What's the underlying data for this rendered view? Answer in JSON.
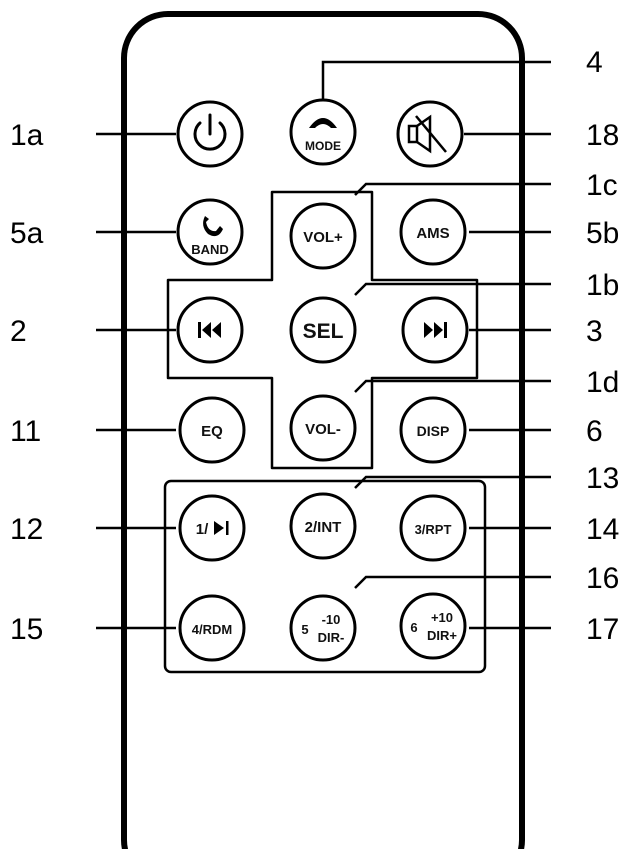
{
  "callouts": {
    "c1a": "1a",
    "c4": "4",
    "c18": "18",
    "c5a": "5a",
    "c1c": "1c",
    "c5b": "5b",
    "c1b": "1b",
    "c2": "2",
    "c3": "3",
    "c1d": "1d",
    "c11": "11",
    "c6": "6",
    "c13": "13",
    "c12": "12",
    "c14": "14",
    "c16": "16",
    "c15": "15",
    "c17": "17"
  },
  "buttons": {
    "mode": "MODE",
    "band": "BAND",
    "vol_up": "VOL+",
    "ams": "AMS",
    "sel": "SEL",
    "eq": "EQ",
    "vol_down": "VOL-",
    "disp": "DISP",
    "b1_prefix": "1/",
    "b2": "2/INT",
    "b3": "3/RPT",
    "b4": "4/RDM",
    "b5_num": "5",
    "b5_top": "-10",
    "b5_bottom": "DIR-",
    "b6_num": "6",
    "b6_top": "+10",
    "b6_bottom": "DIR+"
  },
  "icons": {
    "power": "power-icon",
    "phone_hangup": "phone-hangup-icon",
    "phone": "phone-icon",
    "mute": "speaker-mute-icon",
    "prev": "skip-previous-icon",
    "next": "skip-next-icon",
    "play_pause": "play-pause-icon"
  }
}
